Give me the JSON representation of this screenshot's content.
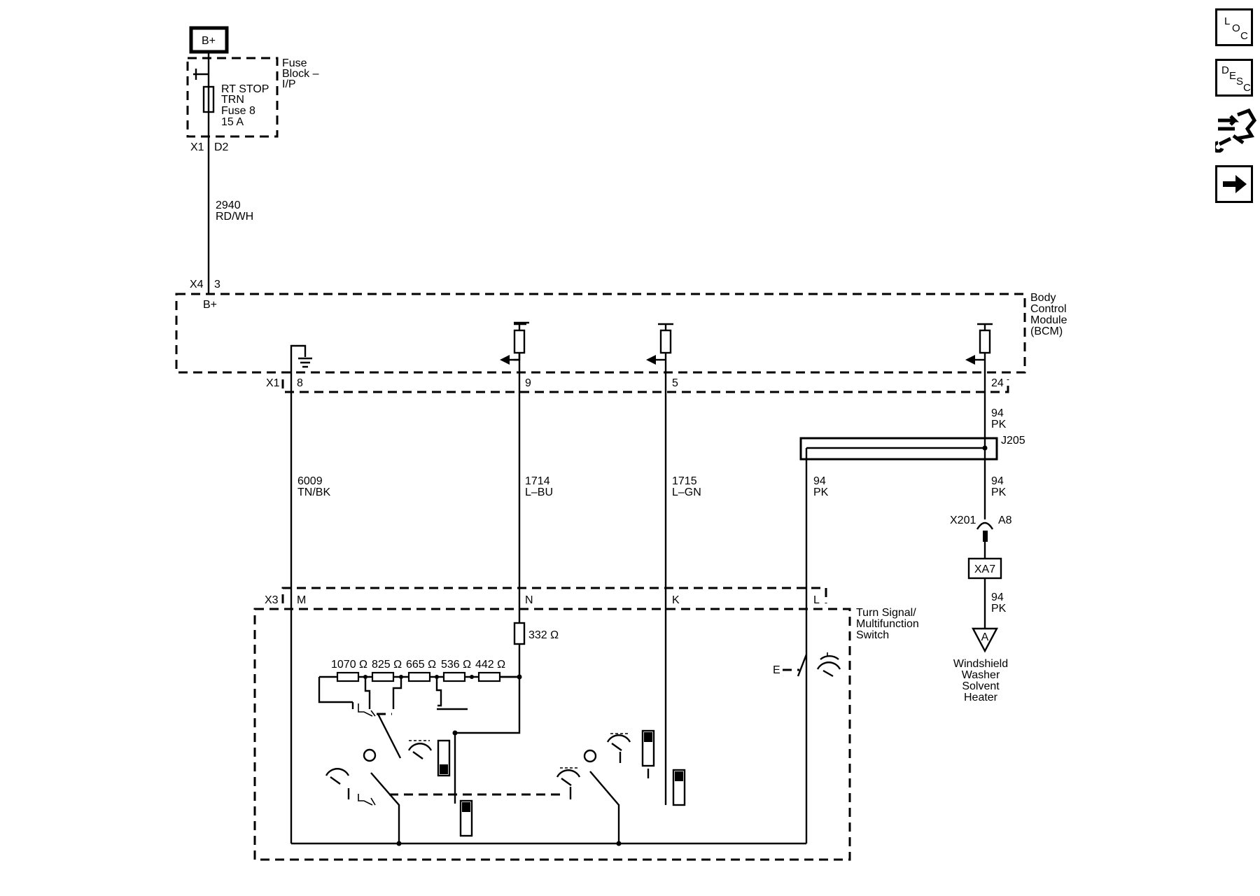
{
  "supply": {
    "label": "B+"
  },
  "fuse_block": {
    "name": [
      "Fuse",
      "Block –",
      "I/P"
    ],
    "fuse": [
      "RT STOP",
      "TRN",
      "Fuse 8",
      "15 A"
    ],
    "connector": "X1",
    "pin": "D2"
  },
  "wire_supply": {
    "circuit": "2940",
    "color": "RD/WH"
  },
  "bcm": {
    "name": [
      "Body",
      "Control",
      "Module",
      "(BCM)"
    ],
    "input_connector": "X4",
    "input_pin": "3",
    "input_label": "B+",
    "output_connector": "X1",
    "pins": [
      "8",
      "9",
      "5",
      "24"
    ]
  },
  "wires": [
    {
      "circuit": "6009",
      "color": "TN/BK"
    },
    {
      "circuit": "1714",
      "color": "L–BU"
    },
    {
      "circuit": "1715",
      "color": "L–GN"
    },
    {
      "circuit": "94",
      "color": "PK"
    },
    {
      "circuit": "94",
      "color": "PK"
    },
    {
      "circuit": "94",
      "color": "PK"
    },
    {
      "circuit": "94",
      "color": "PK"
    }
  ],
  "splice": {
    "label": "J205"
  },
  "inline_connector": {
    "label": "X201",
    "pin": "A8"
  },
  "connector_ref": {
    "label": "XA7"
  },
  "turn_switch": {
    "name": [
      "Turn Signal/",
      "Multifunction",
      "Switch"
    ],
    "connector": "X3",
    "pins": [
      "M",
      "N",
      "K",
      "L"
    ],
    "washer_pos": "E"
  },
  "resistors": [
    "332 Ω",
    "1070 Ω",
    "825 Ω",
    "665 Ω",
    "536 Ω",
    "442 Ω"
  ],
  "heater": {
    "ref": "A",
    "name": [
      "Windshield",
      "Washer",
      "Solvent",
      "Heater"
    ]
  },
  "nav": [
    {
      "icon": "loc-icon",
      "letters": [
        "L",
        "O",
        "C"
      ]
    },
    {
      "icon": "desc-icon",
      "letters": [
        "D",
        "E",
        "S",
        "C"
      ]
    },
    {
      "icon": "connector-tool-icon"
    },
    {
      "icon": "next-arrow-icon"
    }
  ]
}
